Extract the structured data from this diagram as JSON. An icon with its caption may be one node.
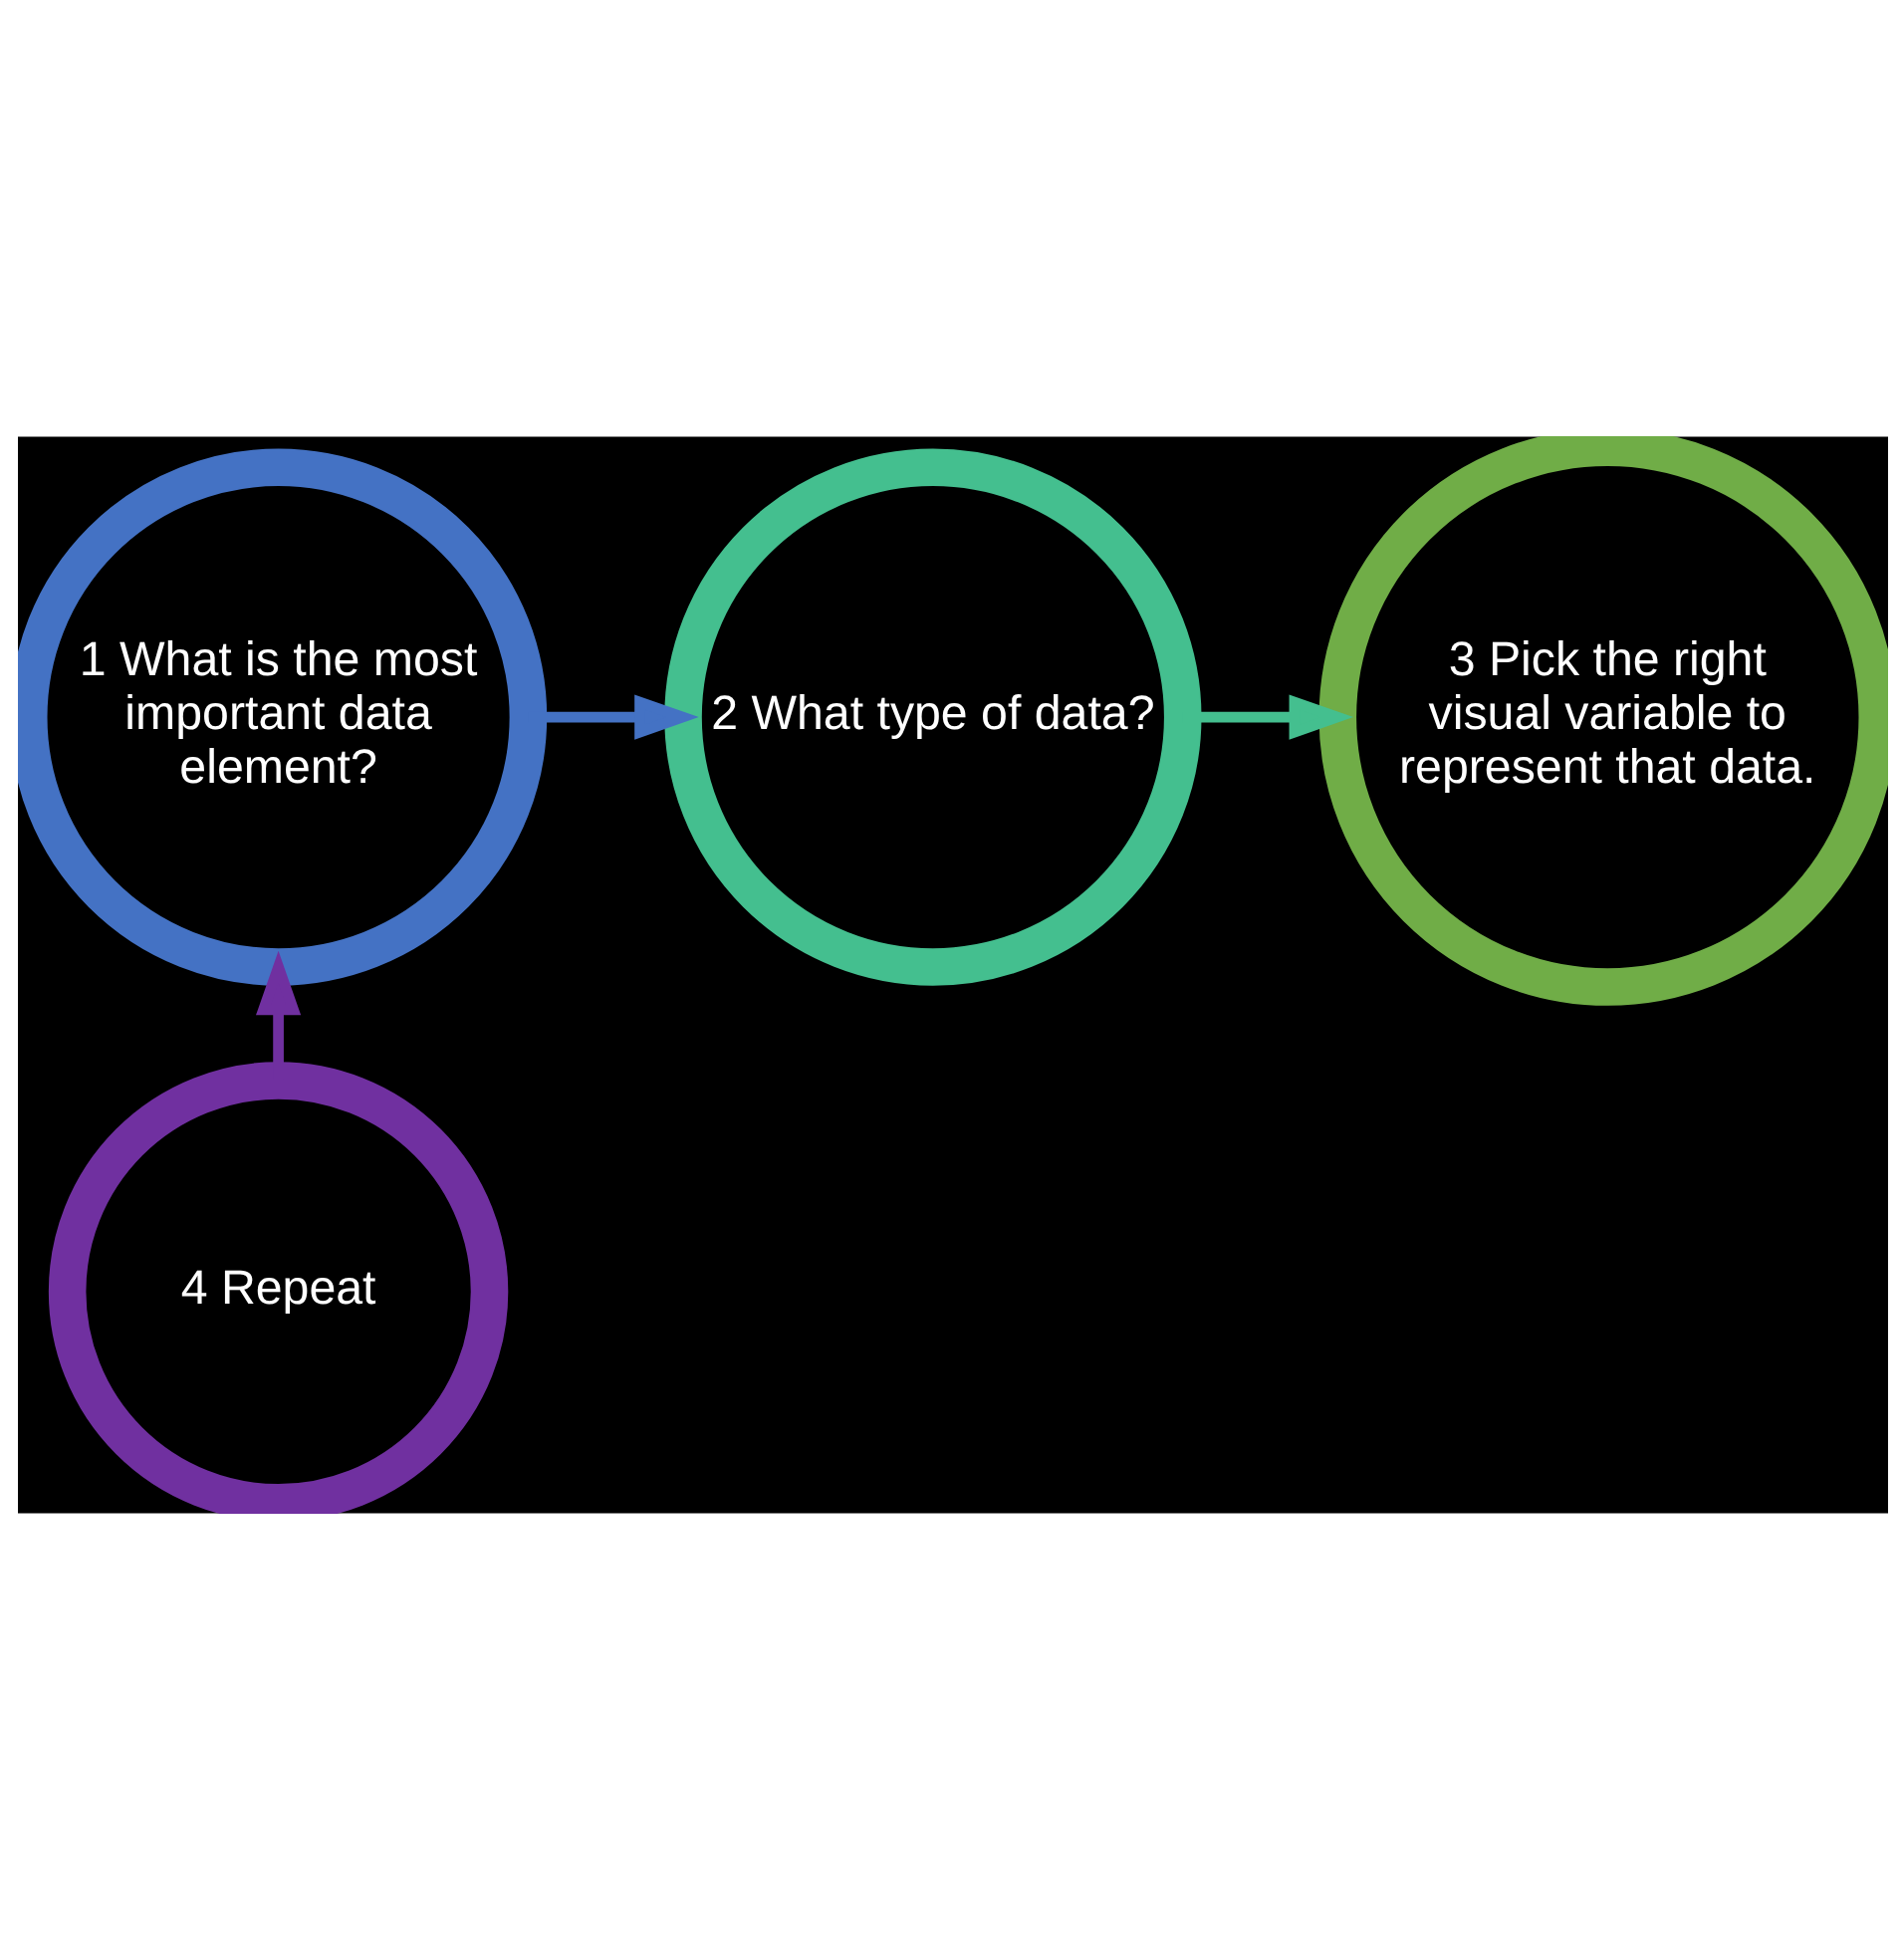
{
  "diagram": {
    "nodes": [
      {
        "text": [
          "1 What is the most important data element?"
        ]
      },
      {
        "text": [
          "2 What type of data?"
        ]
      },
      {
        "text": [
          "3 Pick the right visual variable to represent that data."
        ]
      },
      {
        "text": [
          "4 Repeat"
        ]
      }
    ],
    "edges": [
      {
        "from": 0,
        "to": 1,
        "arrow": "to",
        "color": "#4472c4"
      },
      {
        "from": 1,
        "to": 2,
        "arrow": "to",
        "color": "#44bf8f"
      },
      {
        "from": 3,
        "to": 0,
        "arrow": "to",
        "color": "#7030a0"
      }
    ]
  }
}
